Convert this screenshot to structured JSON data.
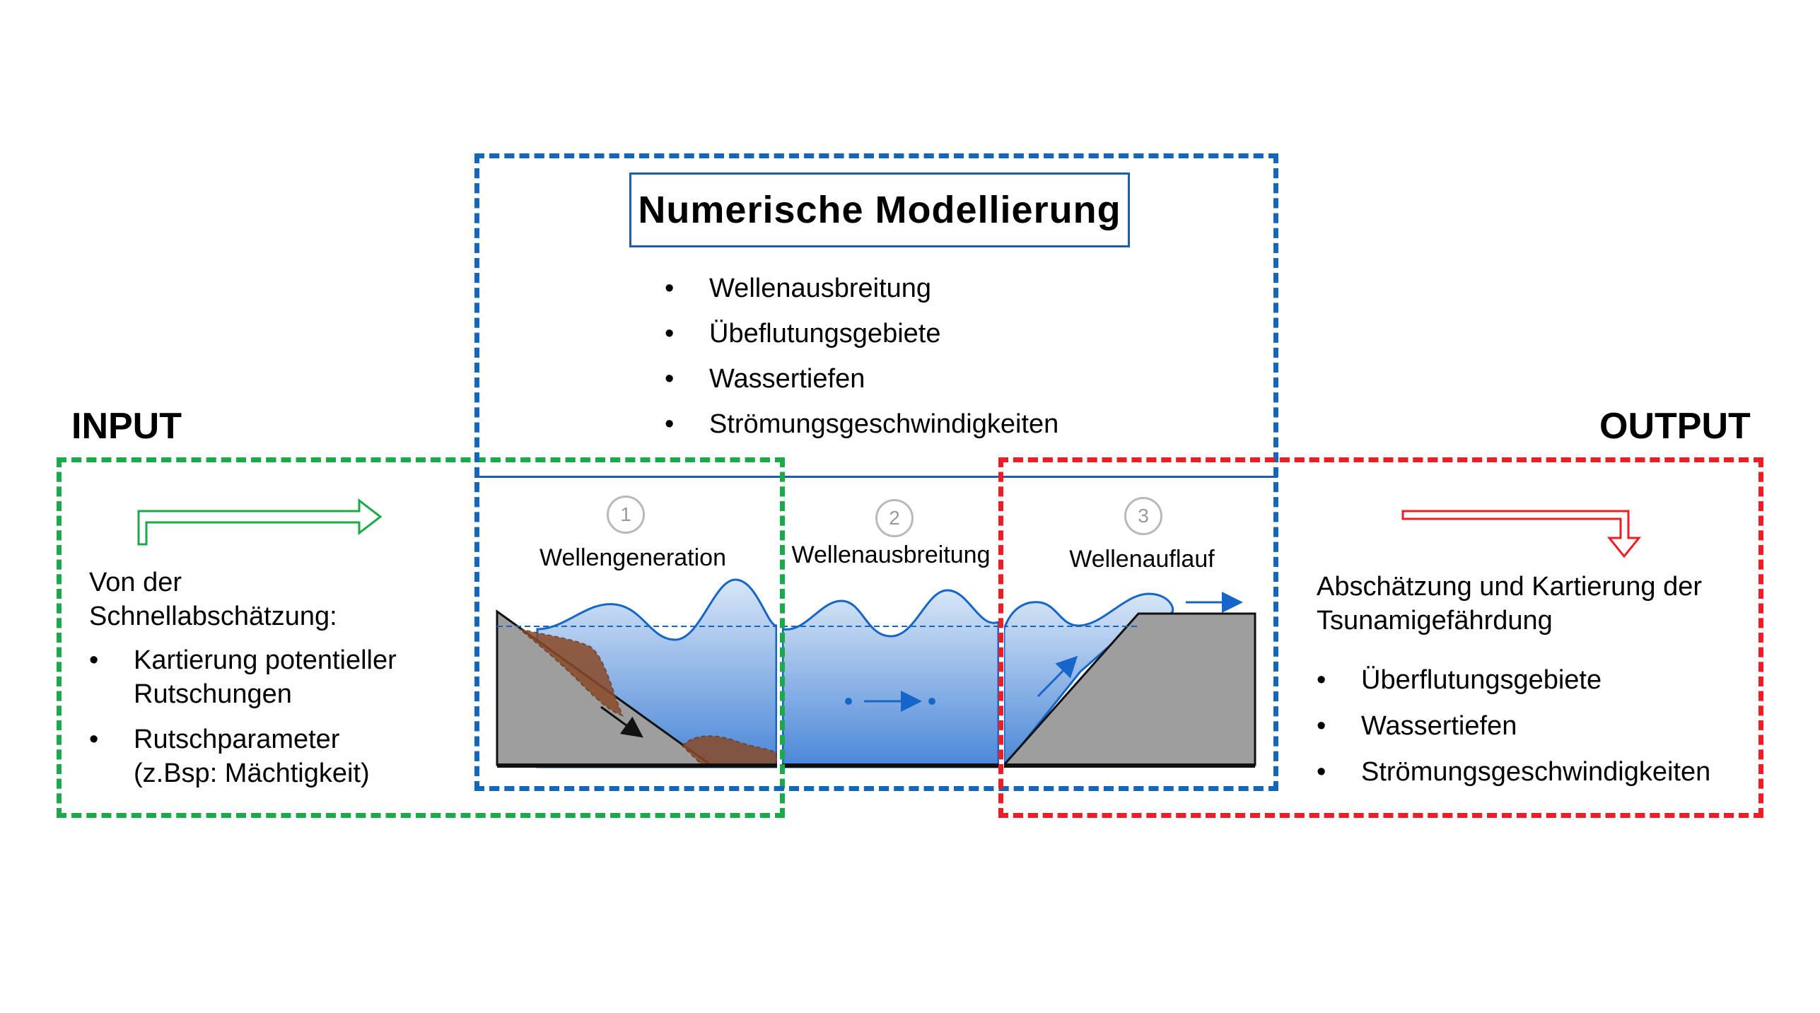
{
  "input": {
    "heading": "INPUT",
    "intro_line1": "Von der",
    "intro_line2": "Schnellabschätzung:",
    "items": [
      {
        "line1": "Kartierung potentieller",
        "line2": "Rutschungen"
      },
      {
        "line1": "Rutschparameter",
        "line2": "(z.Bsp: Mächtigkeit)"
      }
    ],
    "color": "#1aaa4a"
  },
  "model": {
    "title": "Numerische Modellierung",
    "items": [
      "Wellenausbreitung",
      "Übeflutungsgebiete",
      "Wassertiefen",
      "Strömungsgeschwindigkeiten"
    ],
    "color": "#1466b8"
  },
  "panels": [
    {
      "number": "1",
      "label": "Wellengeneration"
    },
    {
      "number": "2",
      "label": "Wellenausbreitung"
    },
    {
      "number": "3",
      "label": "Wellenauflauf"
    }
  ],
  "output": {
    "heading": "OUTPUT",
    "intro_line1": "Abschätzung und Kartierung der",
    "intro_line2": "Tsunamigefährdung",
    "items": [
      "Überflutungsgebiete",
      "Wassertiefen",
      "Strömungsgeschwindigkeiten"
    ],
    "color": "#ee1c25"
  },
  "bullet_symbol": "•",
  "colors": {
    "water_top": "#d8e6f6",
    "water_bottom": "#4a86d8",
    "ground": "#9e9e9e",
    "slide": "#8a4a28"
  }
}
